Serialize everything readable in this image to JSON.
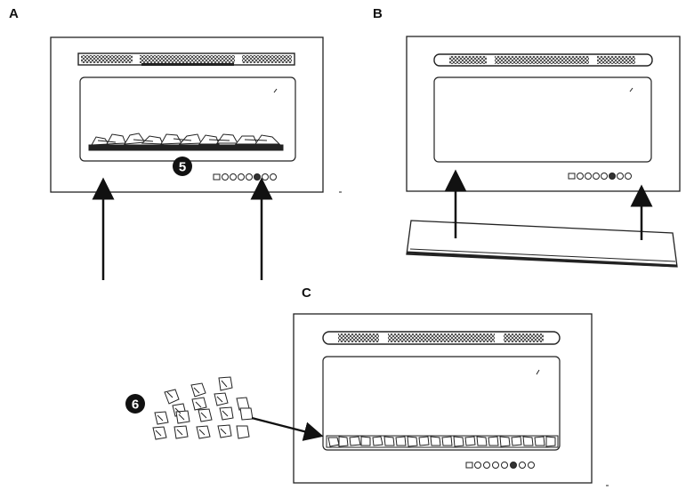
{
  "panels": {
    "a": {
      "label": "A"
    },
    "b": {
      "label": "B"
    },
    "c": {
      "label": "C"
    }
  },
  "callouts": {
    "five": "5",
    "six": "6"
  }
}
